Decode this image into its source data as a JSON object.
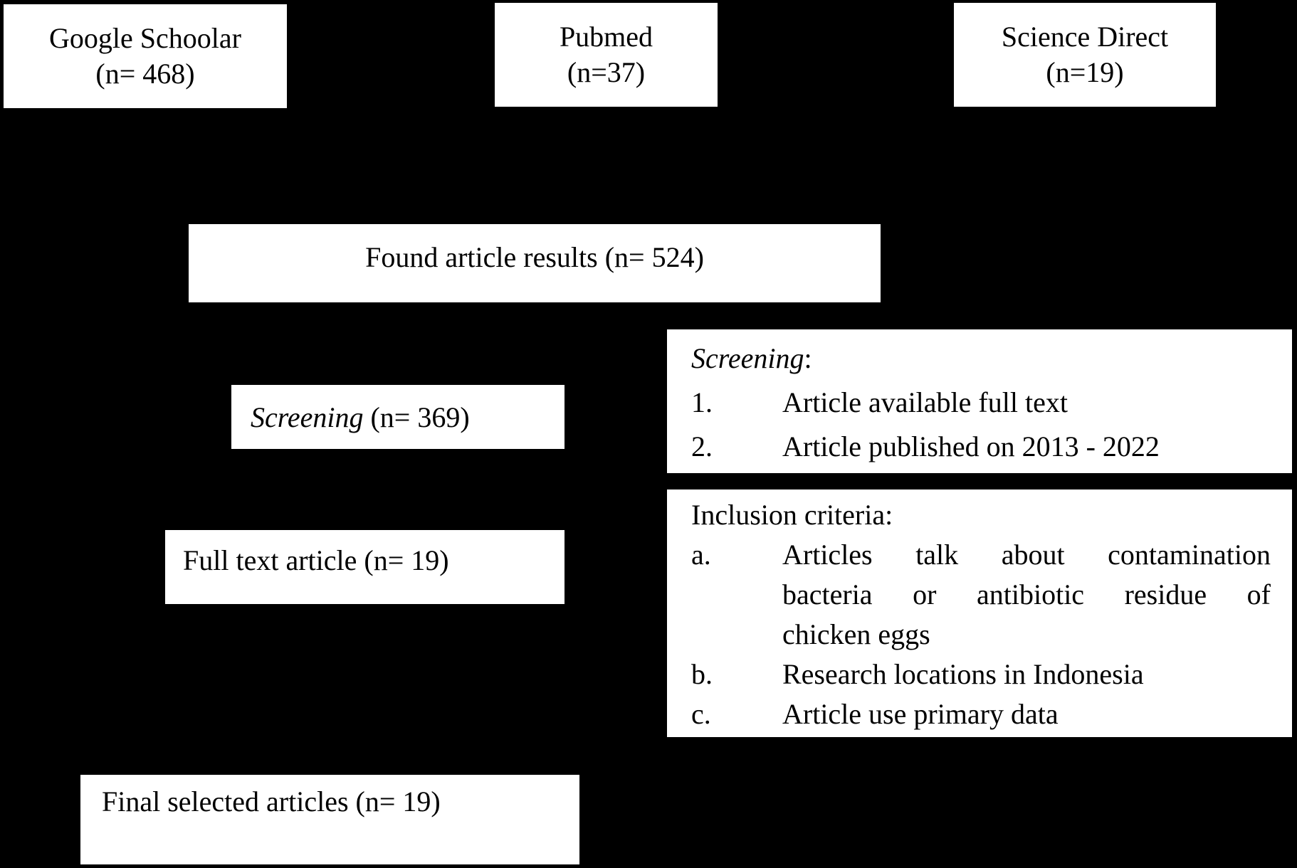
{
  "colors": {
    "background": "#000000",
    "box_fill": "#ffffff",
    "text": "#000000"
  },
  "sources": [
    {
      "name": "Google Schoolar",
      "count": "(n= 468)"
    },
    {
      "name": "Pubmed",
      "count": "(n=37)"
    },
    {
      "name": "Science Direct",
      "count": "(n=19)"
    }
  ],
  "found": {
    "label": "Found article results (n= 524)"
  },
  "screening": {
    "label_italic": "Screening",
    "label_rest": " (n= 369)"
  },
  "screening_criteria": {
    "title_italic": "Screening",
    "title_rest": ":",
    "items": [
      {
        "marker": "1.",
        "lines": [
          "Article available full text"
        ]
      },
      {
        "marker": "2.",
        "lines": [
          "Article published on 2013 - 2022"
        ]
      }
    ]
  },
  "full_text": {
    "label": "Full text article (n= 19)"
  },
  "inclusion_criteria": {
    "title": "Inclusion criteria:",
    "items": [
      {
        "marker": "a.",
        "lines": [
          "Articles talk about contamination",
          "bacteria or antibiotic residue of",
          "chicken eggs"
        ]
      },
      {
        "marker": "b.",
        "lines": [
          "Research locations in Indonesia"
        ]
      },
      {
        "marker": "c.",
        "lines": [
          "Article use primary data"
        ]
      }
    ]
  },
  "final": {
    "label": "Final selected articles (n= 19)"
  }
}
